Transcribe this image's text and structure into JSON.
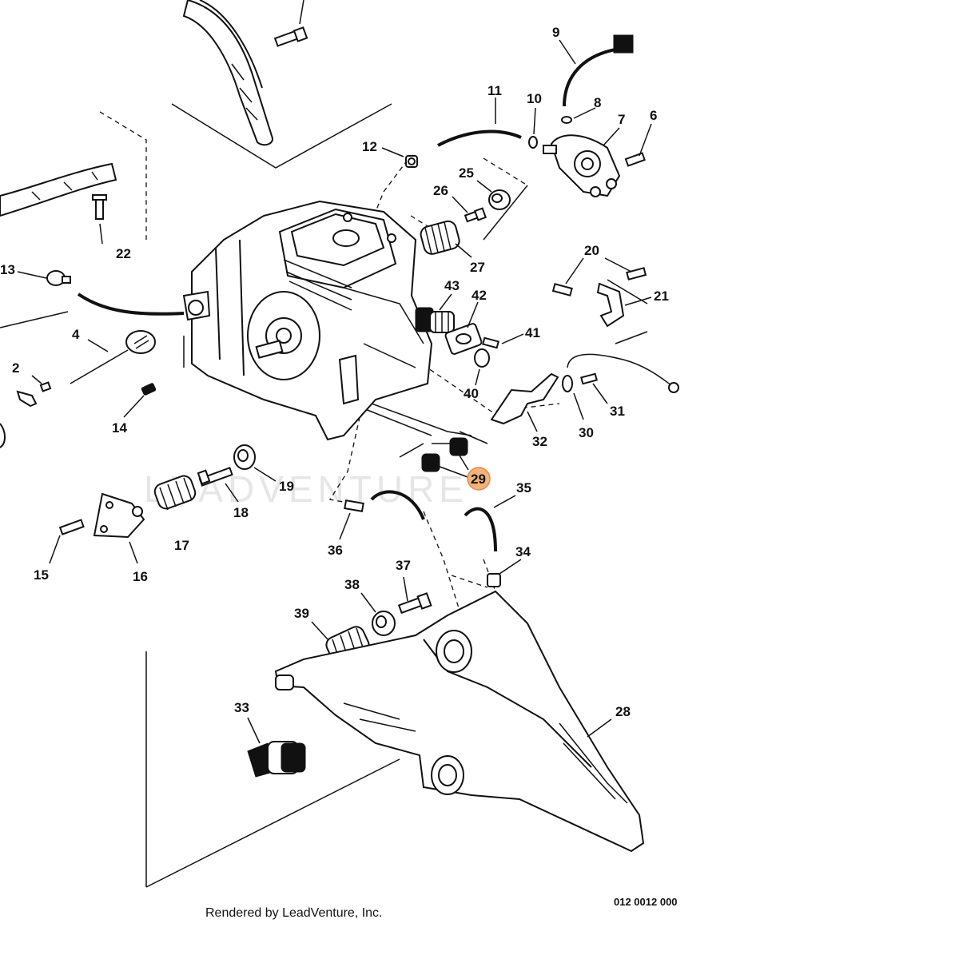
{
  "footer": {
    "credit": "Rendered by LeadVenture, Inc.",
    "diagram_ref": "012 0012 000"
  },
  "watermark": "LEADVENTURE",
  "highlight_color": "#f2b27a",
  "highlighted_part": "29",
  "callouts": [
    {
      "id": "2",
      "label": "2"
    },
    {
      "id": "4",
      "label": "4"
    },
    {
      "id": "6",
      "label": "6"
    },
    {
      "id": "7",
      "label": "7"
    },
    {
      "id": "8",
      "label": "8"
    },
    {
      "id": "9",
      "label": "9"
    },
    {
      "id": "10",
      "label": "10"
    },
    {
      "id": "11",
      "label": "11"
    },
    {
      "id": "12",
      "label": "12"
    },
    {
      "id": "13",
      "label": "13"
    },
    {
      "id": "14",
      "label": "14"
    },
    {
      "id": "15",
      "label": "15"
    },
    {
      "id": "16",
      "label": "16"
    },
    {
      "id": "17",
      "label": "17"
    },
    {
      "id": "18",
      "label": "18"
    },
    {
      "id": "19",
      "label": "19"
    },
    {
      "id": "20",
      "label": "20"
    },
    {
      "id": "21",
      "label": "21"
    },
    {
      "id": "22",
      "label": "22"
    },
    {
      "id": "25",
      "label": "25"
    },
    {
      "id": "26",
      "label": "26"
    },
    {
      "id": "27",
      "label": "27"
    },
    {
      "id": "28",
      "label": "28"
    },
    {
      "id": "29",
      "label": "29"
    },
    {
      "id": "30",
      "label": "30"
    },
    {
      "id": "31",
      "label": "31"
    },
    {
      "id": "32",
      "label": "32"
    },
    {
      "id": "33",
      "label": "33"
    },
    {
      "id": "34",
      "label": "34"
    },
    {
      "id": "35",
      "label": "35"
    },
    {
      "id": "36",
      "label": "36"
    },
    {
      "id": "37",
      "label": "37"
    },
    {
      "id": "38",
      "label": "38"
    },
    {
      "id": "39",
      "label": "39"
    },
    {
      "id": "40",
      "label": "40"
    },
    {
      "id": "41",
      "label": "41"
    },
    {
      "id": "42",
      "label": "42"
    },
    {
      "id": "43",
      "label": "43"
    }
  ]
}
